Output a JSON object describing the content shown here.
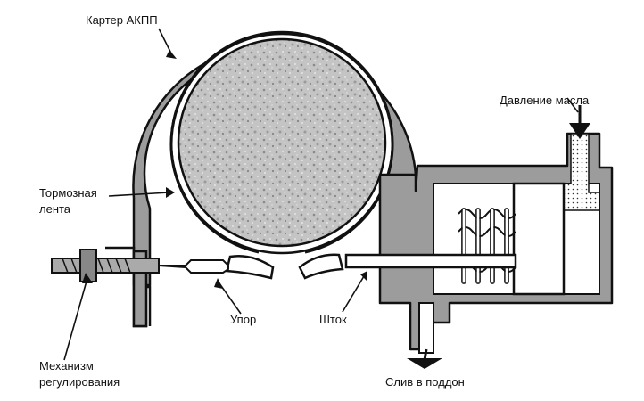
{
  "labels": {
    "housing": "Картер АКПП",
    "oil_pressure": "Давление масла",
    "brake_band_line1": "Тормозная",
    "brake_band_line2": "лента",
    "stop": "Упор",
    "rod": "Шток",
    "adjust_line1": "Механизм",
    "adjust_line2": "регулирования",
    "drain": "Слив в поддон"
  }
}
